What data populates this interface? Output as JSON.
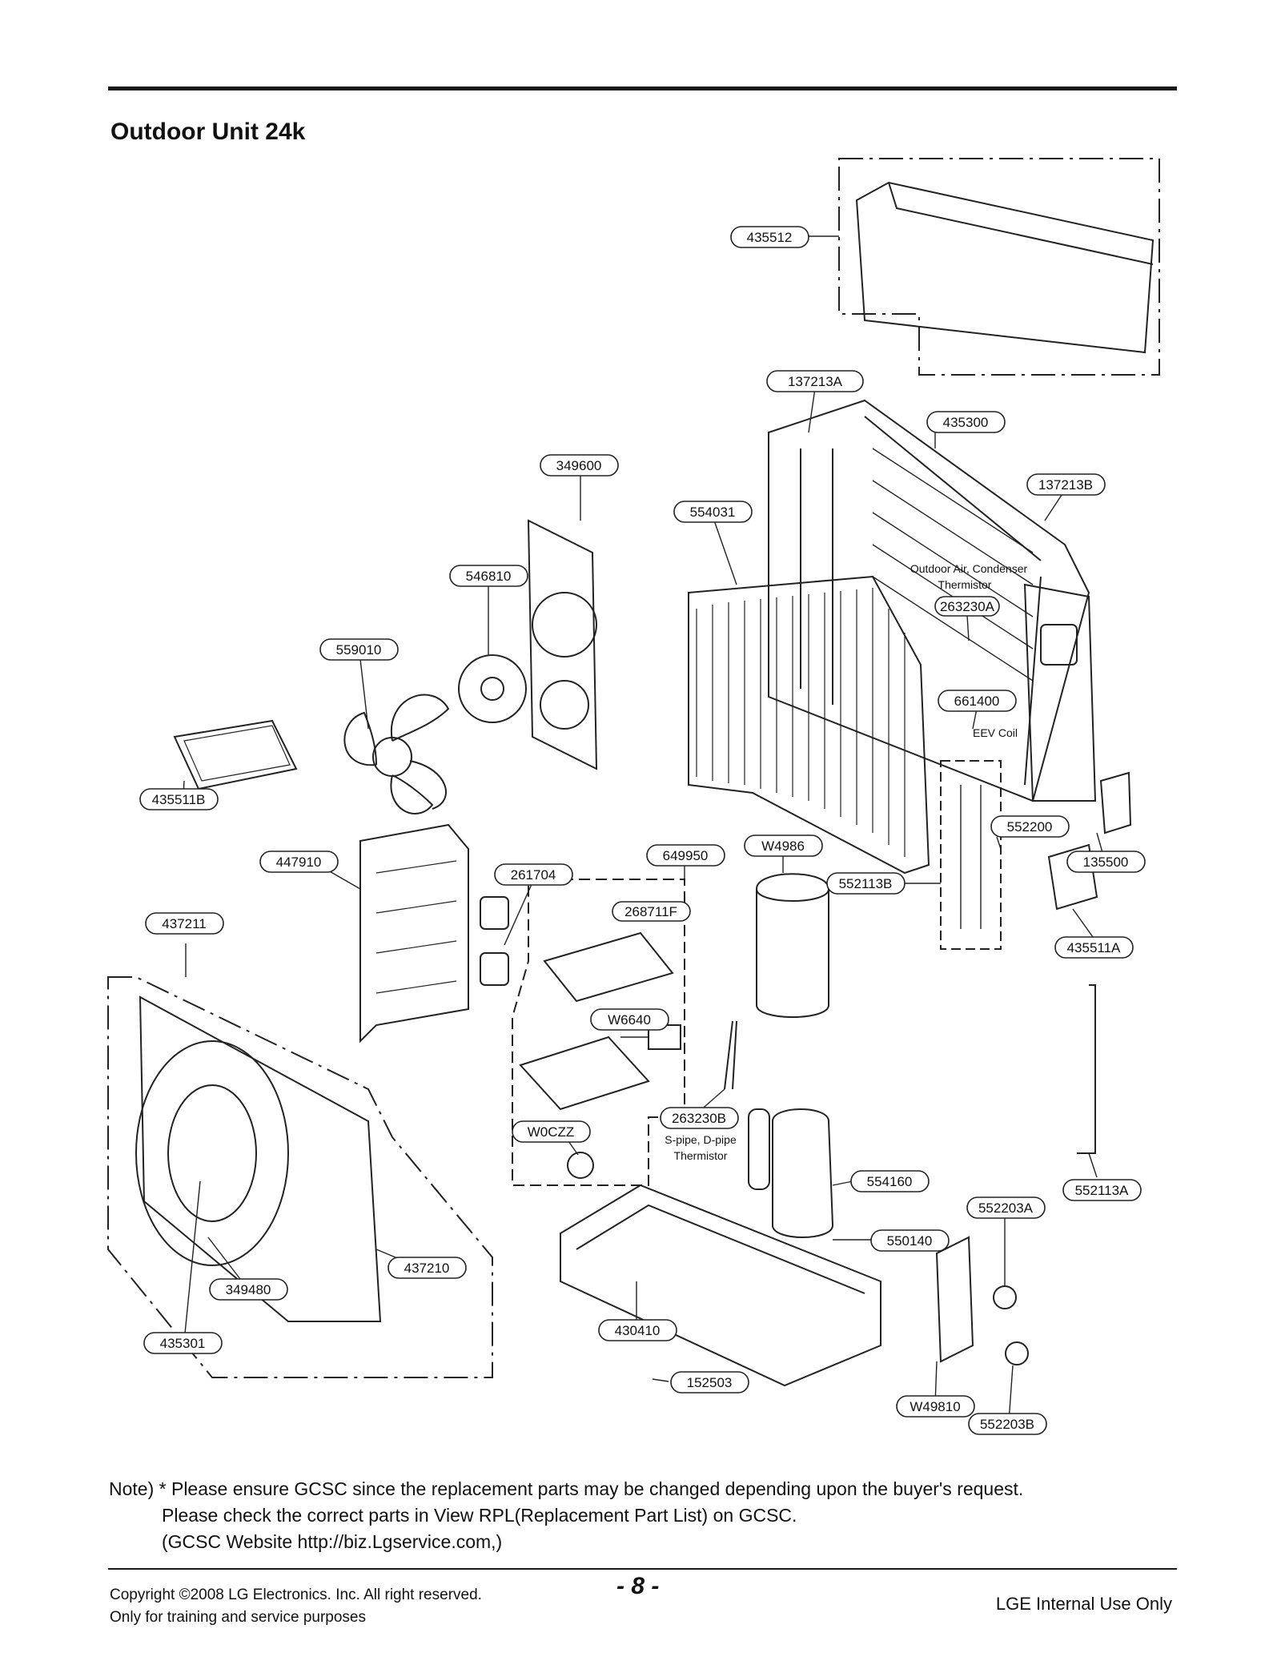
{
  "title": "Outdoor Unit 24k",
  "callouts": [
    {
      "id": "c0",
      "label": "435512"
    },
    {
      "id": "c1",
      "label": "137213A"
    },
    {
      "id": "c2",
      "label": "435300"
    },
    {
      "id": "c3",
      "label": "137213B"
    },
    {
      "id": "c4",
      "label": "349600"
    },
    {
      "id": "c5",
      "label": "554031"
    },
    {
      "id": "c6",
      "label": "546810"
    },
    {
      "id": "c7",
      "label": "263230A"
    },
    {
      "id": "c8",
      "label": "559010"
    },
    {
      "id": "c9",
      "label": "661400"
    },
    {
      "id": "c10",
      "label": "435511B"
    },
    {
      "id": "c11",
      "label": "552200"
    },
    {
      "id": "c12",
      "label": "447910"
    },
    {
      "id": "c13",
      "label": "649950"
    },
    {
      "id": "c14",
      "label": "W4986"
    },
    {
      "id": "c15",
      "label": "135500"
    },
    {
      "id": "c16",
      "label": "261704"
    },
    {
      "id": "c17",
      "label": "552113B"
    },
    {
      "id": "c18",
      "label": "268711F"
    },
    {
      "id": "c19",
      "label": "437211"
    },
    {
      "id": "c20",
      "label": "435511A"
    },
    {
      "id": "c21",
      "label": "W6640"
    },
    {
      "id": "c22",
      "label": "263230B"
    },
    {
      "id": "c23",
      "label": "W0CZZ"
    },
    {
      "id": "c24",
      "label": "554160"
    },
    {
      "id": "c25",
      "label": "552113A"
    },
    {
      "id": "c26",
      "label": "552203A"
    },
    {
      "id": "c27",
      "label": "550140"
    },
    {
      "id": "c28",
      "label": "437210"
    },
    {
      "id": "c29",
      "label": "349480"
    },
    {
      "id": "c30",
      "label": "430410"
    },
    {
      "id": "c31",
      "label": "435301"
    },
    {
      "id": "c32",
      "label": "152503"
    },
    {
      "id": "c33",
      "label": "W49810"
    },
    {
      "id": "c34",
      "label": "552203B"
    }
  ],
  "annotations": {
    "outdoor_air_1": "Outdoor Air, Condenser",
    "outdoor_air_2": "Thermistor",
    "eev_coil": "EEV Coil",
    "spipe_1": "S-pipe, D-pipe",
    "spipe_2": "Thermistor"
  },
  "note": {
    "line1": "Note) * Please ensure GCSC since the replacement parts may be changed depending upon the buyer's request.",
    "line2": "Please check  the correct parts in View RPL(Replacement Part List) on GCSC.",
    "line3": "(GCSC Website  http://biz.Lgservice.com,)"
  },
  "footer": {
    "copyright_1": "Copyright ©2008 LG Electronics. Inc. All right reserved.",
    "copyright_2": "Only for training and service purposes",
    "page": "- 8 -",
    "internal": "LGE Internal Use Only"
  }
}
